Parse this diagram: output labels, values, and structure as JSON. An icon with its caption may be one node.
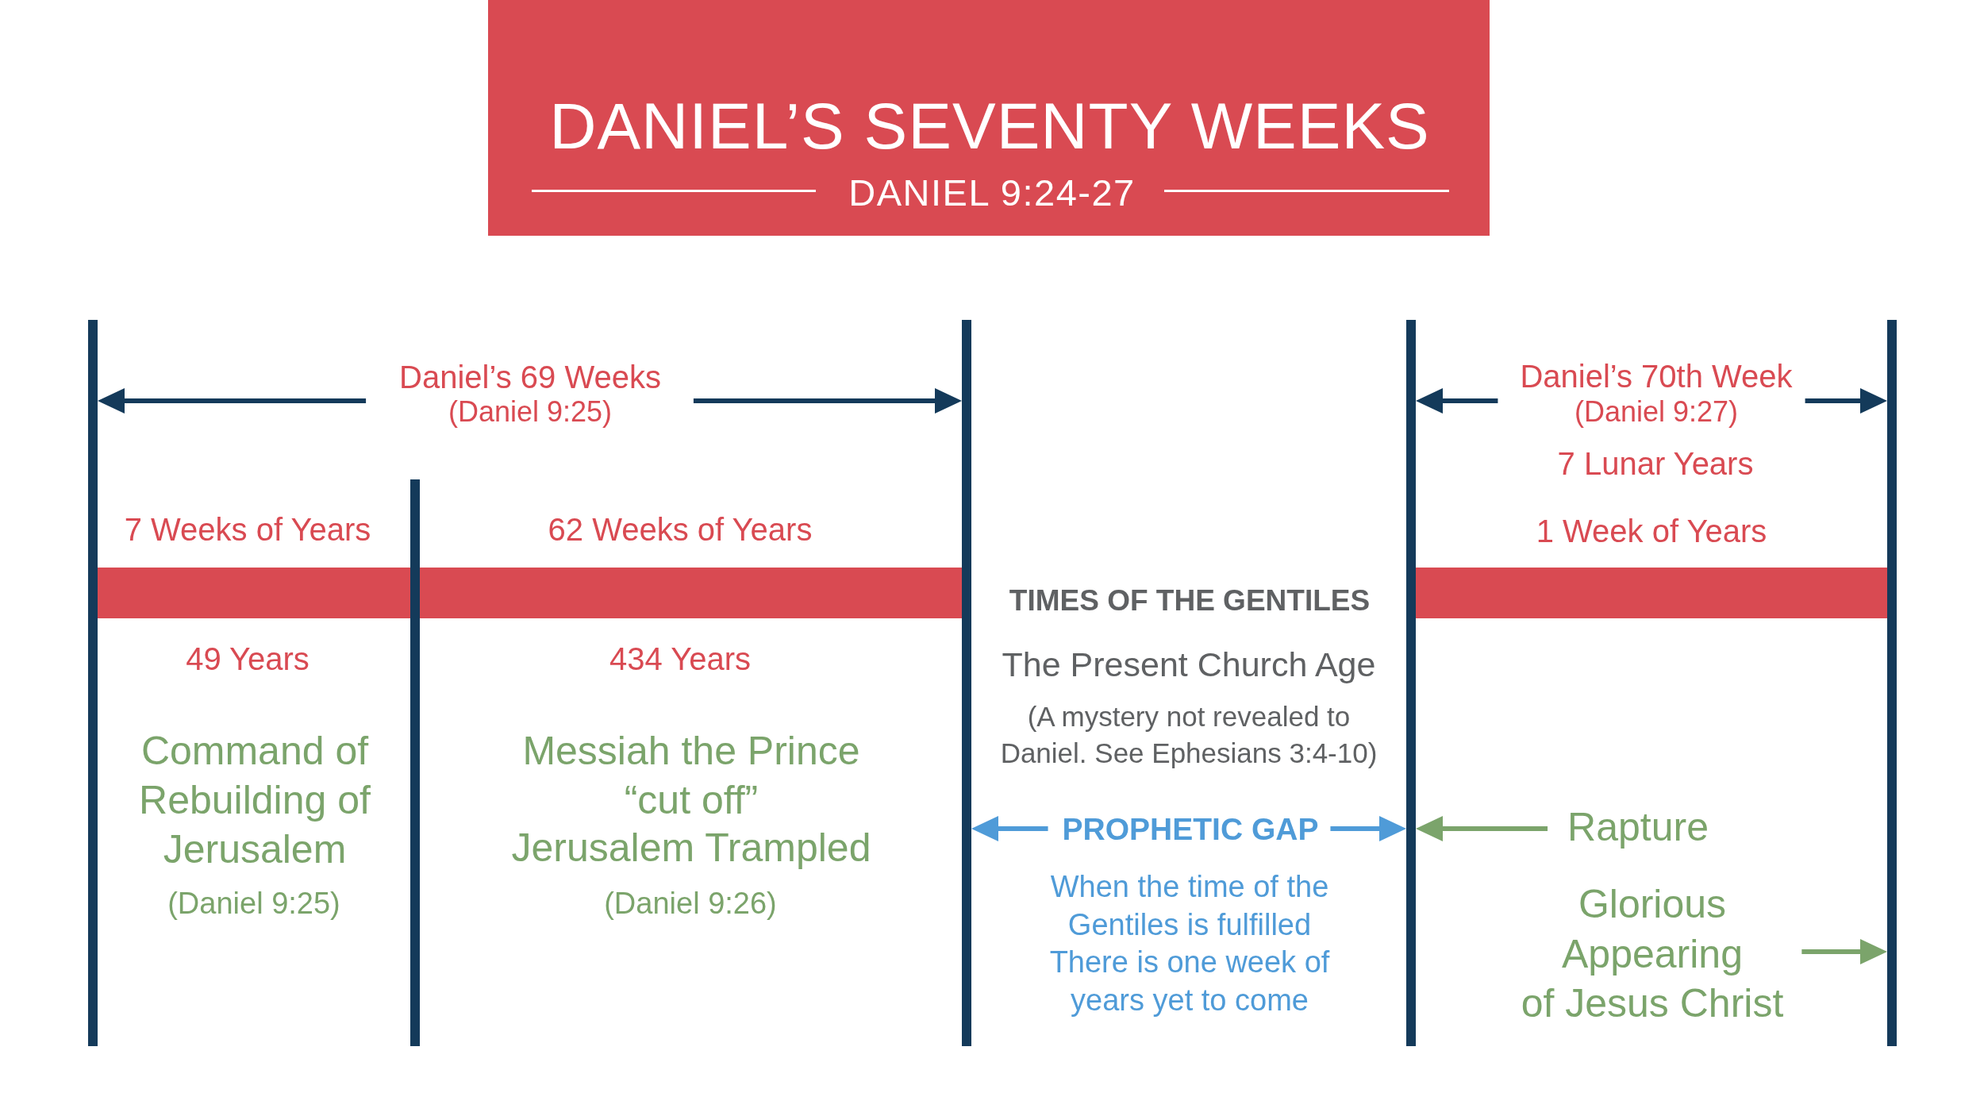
{
  "diagram": {
    "title": "DANIEL’S SEVENTY WEEKS",
    "nodes": [
      {
        "text": [],
        "shape": "bar"
      },
      {
        "text": [],
        "shape": "bar"
      },
      {
        "text": [],
        "shape": "bar"
      },
      {
        "text": [],
        "shape": "bar"
      },
      {
        "text": [],
        "shape": "bar"
      },
      {
        "text": [
          "Daniel’s 69 Weeks",
          "(Daniel 9:25)"
        ]
      },
      {
        "text": [
          "Daniel’s 70th Week",
          "(Daniel 9:27)"
        ]
      },
      {
        "text": [
          "PROPHETIC GAP"
        ]
      },
      {
        "text": [
          "Rapture"
        ]
      },
      {
        "text": [
          "Glorious Appearing of Jesus Christ"
        ]
      },
      {
        "text": [],
        "shape": "bar",
        "beside": [
          "7 Weeks of Years",
          "49 Years"
        ]
      },
      {
        "text": [],
        "shape": "bar",
        "beside": [
          "62 Weeks of Years",
          "434 Years"
        ]
      },
      {
        "text": [],
        "shape": "bar",
        "beside": [
          "1 Week of Years"
        ]
      }
    ],
    "edges": [
      {
        "from": 5,
        "to": 0,
        "arrow": "to"
      },
      {
        "from": 5,
        "to": 2,
        "arrow": "to"
      },
      {
        "from": 7,
        "to": 2,
        "arrow": "to",
        "color": "#4f9bd8"
      },
      {
        "from": 7,
        "to": 3,
        "arrow": "to",
        "color": "#4f9bd8"
      },
      {
        "from": 6,
        "to": 3,
        "arrow": "to"
      },
      {
        "from": 6,
        "to": 4,
        "arrow": "to"
      },
      {
        "from": 8,
        "to": 3,
        "arrow": "to",
        "color": "#7ba46b"
      },
      {
        "from": 9,
        "to": 4,
        "arrow": "to",
        "color": "#7ba46b"
      }
    ],
    "labels": [
      "DANIEL 9:24-27",
      "7 Lunar Years",
      "TIMES OF THE GENTILES",
      "The Present Church Age",
      "(A mystery not revealed to Daniel. See Ephesians 3:4-10)",
      "Command of Rebuilding of Jerusalem",
      "Messiah the Prince “cut off”",
      "Jerusalem Trampled",
      "(Daniel 9:25)",
      "(Daniel 9:26)",
      "When the time of the Gentiles is fulfilled",
      "There is one week of years yet to come"
    ]
  }
}
